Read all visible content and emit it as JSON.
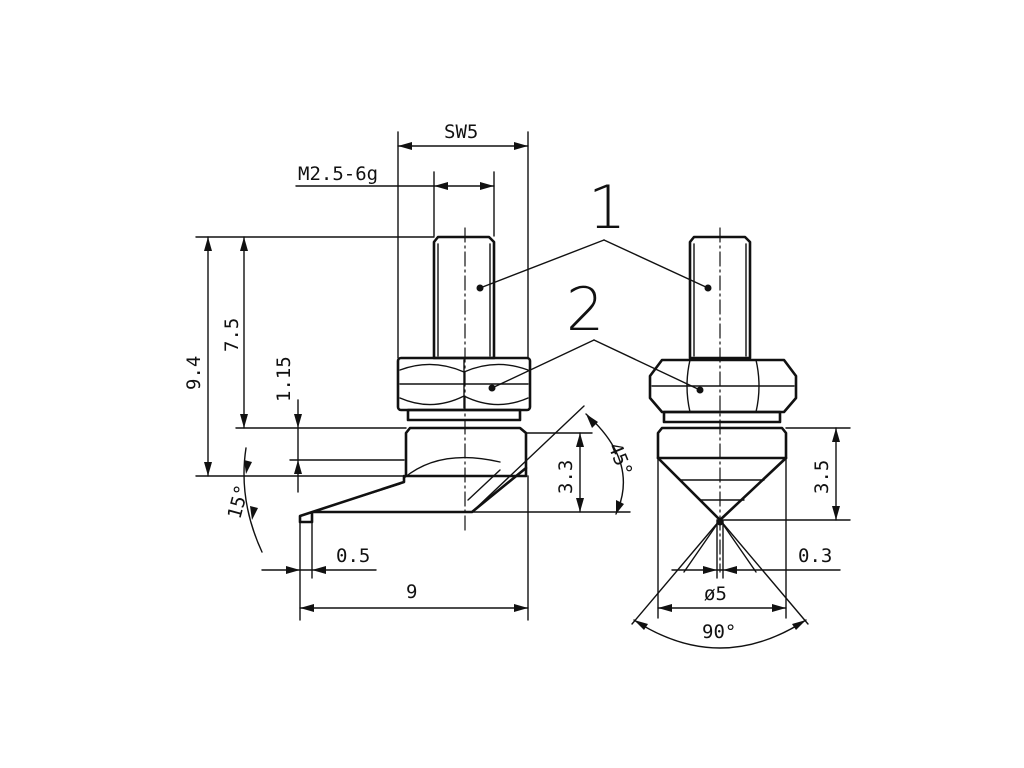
{
  "dimensions": {
    "sw": "SW5",
    "thread": "M2.5-6g",
    "total_height": "9.4",
    "thread_height": "7.5",
    "collar": "1.15",
    "angle_tip": "15°",
    "angle_45": "45°",
    "height_33": "3.3",
    "offset_05": "0.5",
    "length_9": "9",
    "height_35": "3.5",
    "tip_03": "0.3",
    "diameter": "ø5",
    "angle_90": "90°"
  },
  "callouts": {
    "part1": "1",
    "part2": "2"
  }
}
